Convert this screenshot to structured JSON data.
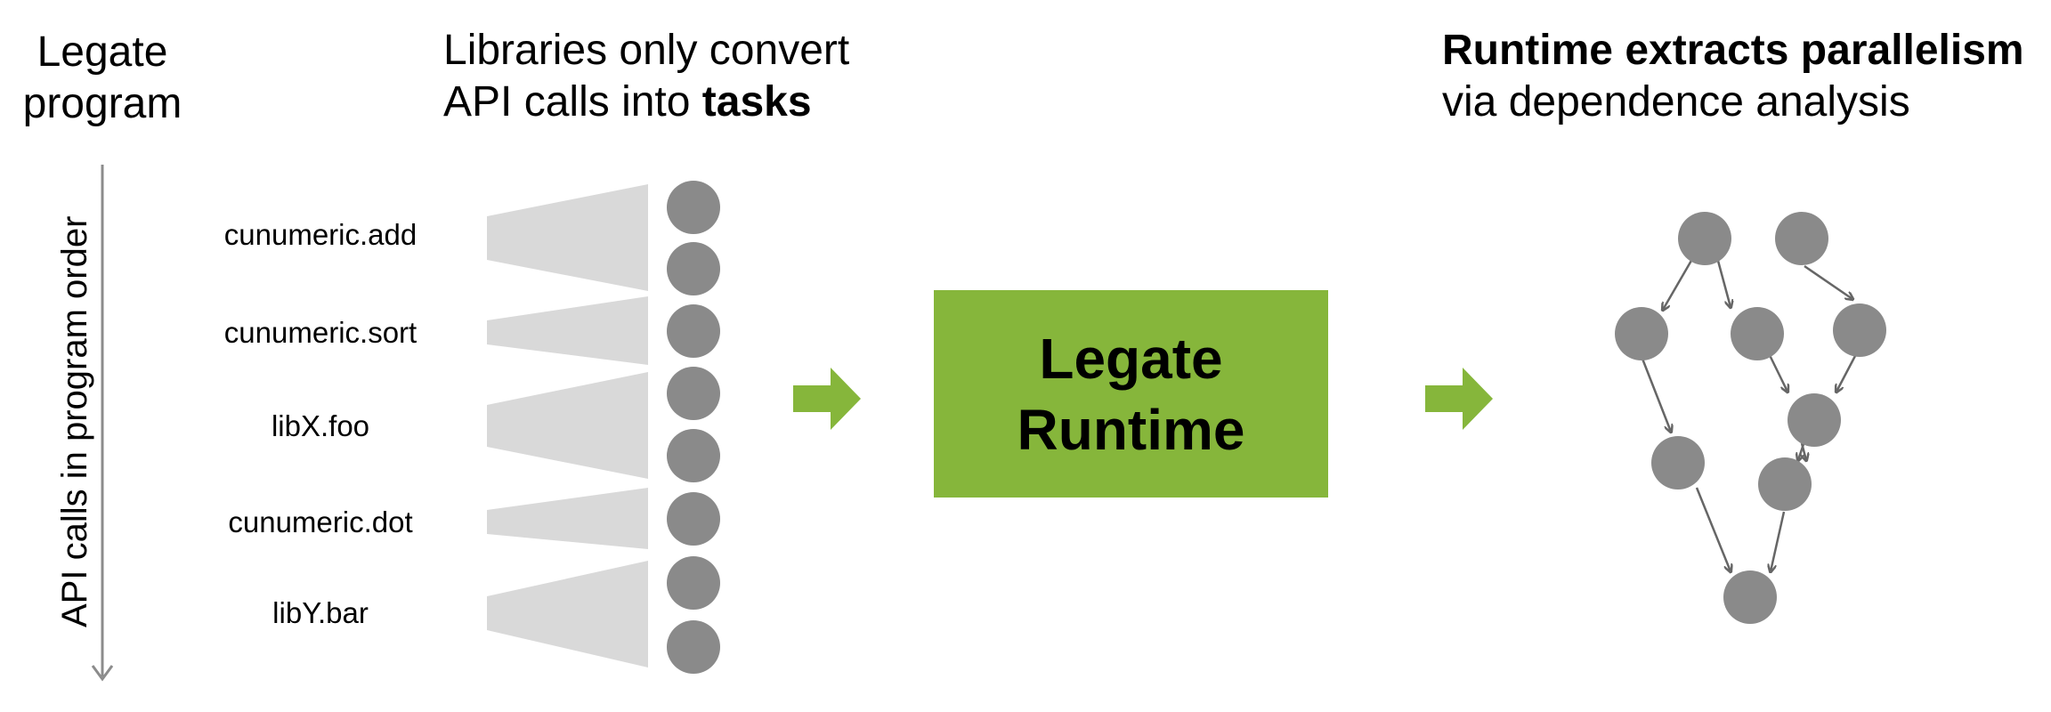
{
  "program_label": {
    "line1": "Legate",
    "line2": "program"
  },
  "libraries_caption": {
    "line1": "Libraries only convert",
    "line2_prefix": "API calls into ",
    "line2_bold": "tasks"
  },
  "runtime_caption": {
    "line1_bold": "Runtime extracts parallelism",
    "line2": "via dependence analysis"
  },
  "axis_label": "API calls in program order",
  "api_calls": [
    {
      "label": "cunumeric.add",
      "tasks": 2
    },
    {
      "label": "cunumeric.sort",
      "tasks": 1
    },
    {
      "label": "libX.foo",
      "tasks": 2
    },
    {
      "label": "cunumeric.dot",
      "tasks": 1
    },
    {
      "label": "libY.bar",
      "tasks": 2
    }
  ],
  "runtime_box": {
    "line1": "Legate",
    "line2": "Runtime"
  },
  "colors": {
    "accent_green": "#86b63b",
    "node_gray": "#8a8a8a",
    "funnel_gray": "#d9d9d9",
    "edge_gray": "#666666"
  }
}
